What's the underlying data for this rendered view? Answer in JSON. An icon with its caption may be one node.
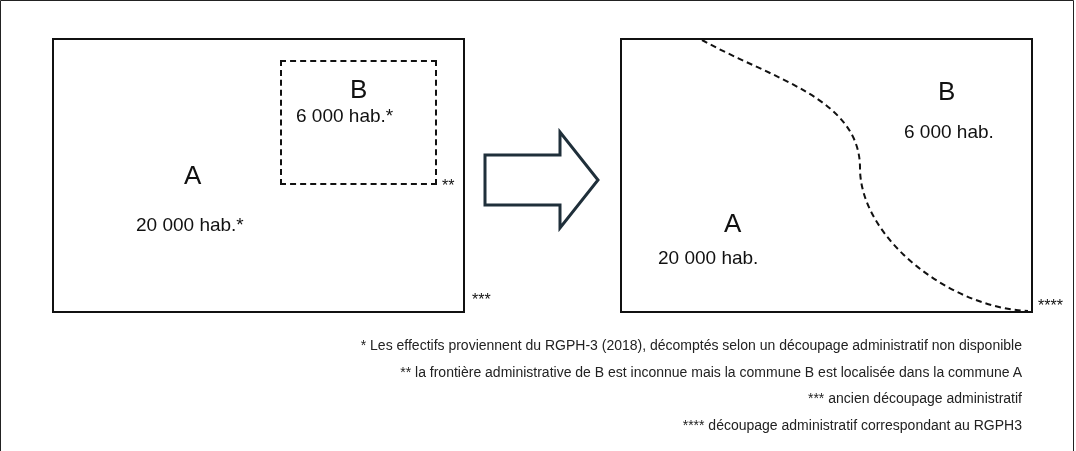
{
  "diagram": {
    "nodes": [
      {
        "text": [
          "A",
          "20 000 hab.*"
        ],
        "beside": [
          "***"
        ]
      },
      {
        "text": [
          "B",
          "6 000 hab.*"
        ],
        "in": 0,
        "beside": [
          "**"
        ]
      },
      {
        "text": [],
        "shape": "box",
        "beside": [
          "****"
        ]
      },
      {
        "text": [
          "A",
          "20 000 hab."
        ],
        "in": 2
      },
      {
        "text": [
          "B",
          "6 000 hab."
        ],
        "in": 2
      }
    ],
    "edges": [
      {
        "from": 0,
        "to": 2,
        "arrow": "to"
      }
    ],
    "labels": [
      "* Les effectifs proviennent du RGPH-3 (2018), décomptés selon un découpage administratif non disponible",
      "** la frontière administrative de B est inconnue mais la commune B est localisée dans la commune A",
      "*** ancien découpage administratif",
      "**** découpage administratif correspondant au RGPH3"
    ]
  }
}
